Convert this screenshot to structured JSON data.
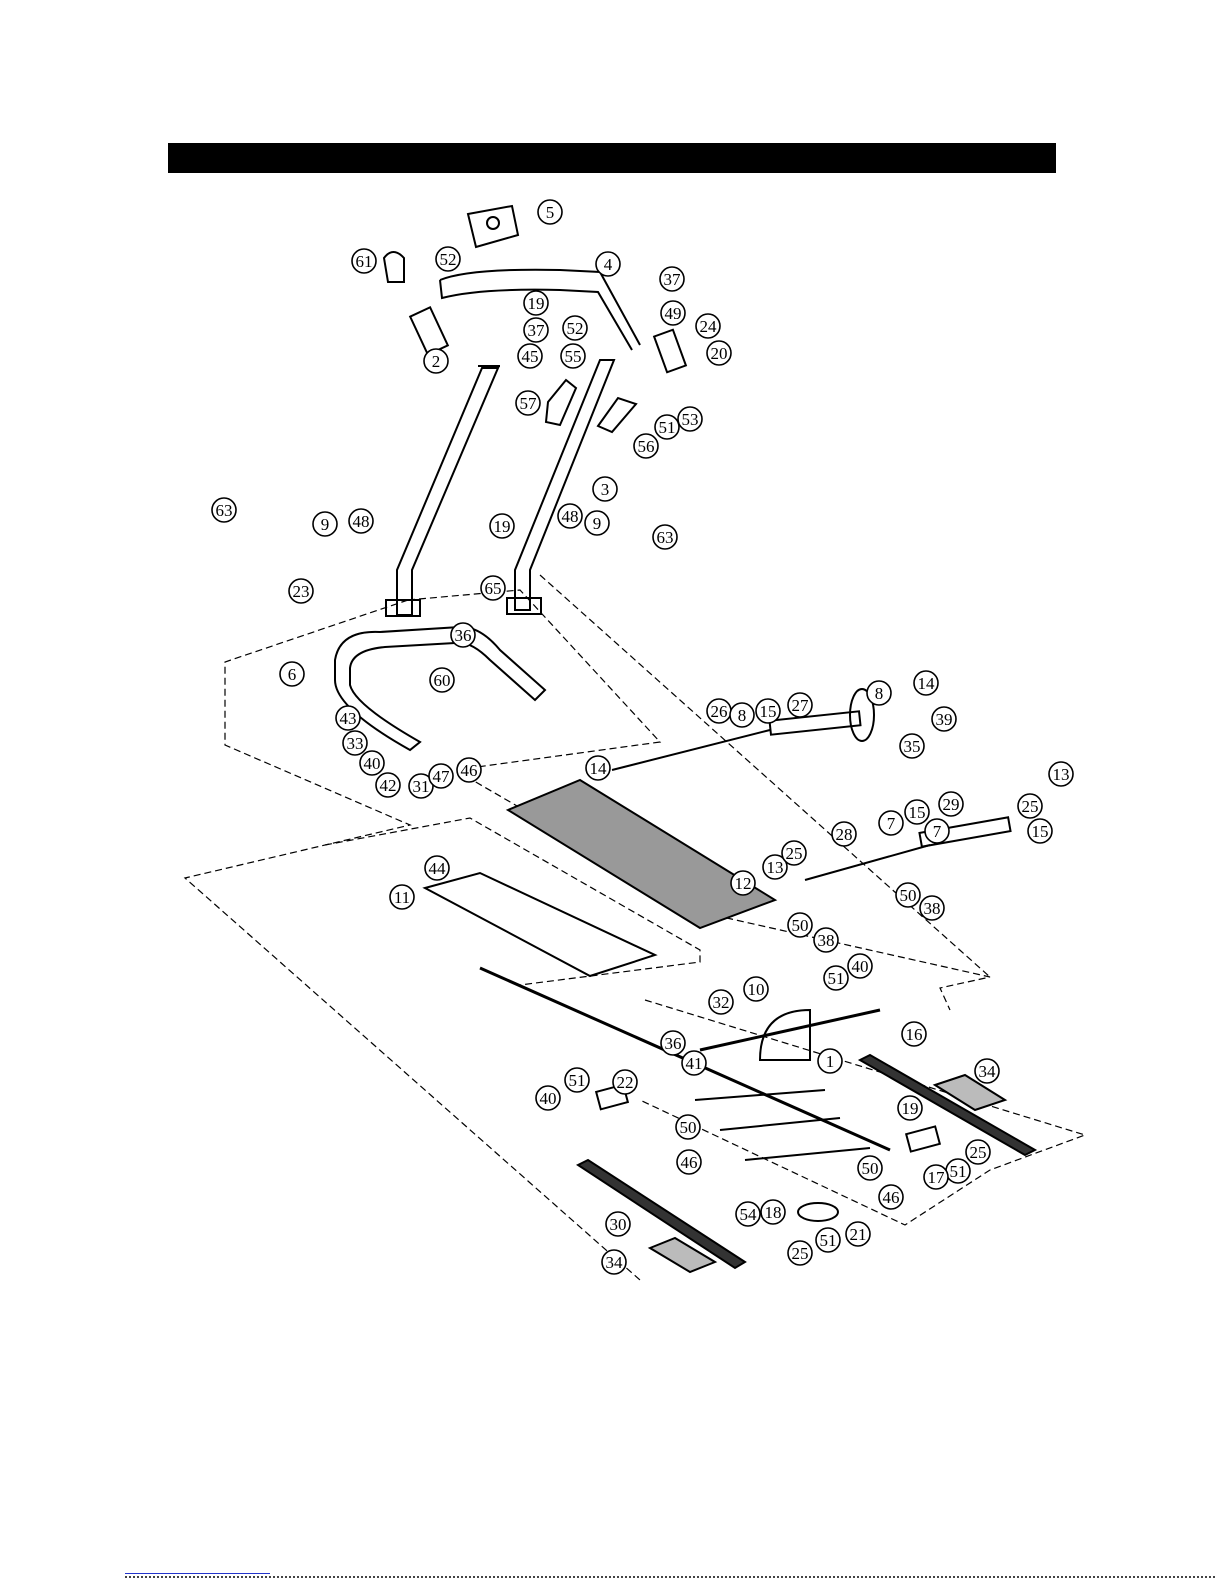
{
  "diagram": {
    "type": "exploded-parts-view",
    "callouts": [
      {
        "label": "5"
      },
      {
        "label": "61"
      },
      {
        "label": "52"
      },
      {
        "label": "4"
      },
      {
        "label": "37"
      },
      {
        "label": "19"
      },
      {
        "label": "49"
      },
      {
        "label": "37"
      },
      {
        "label": "45"
      },
      {
        "label": "52"
      },
      {
        "label": "55"
      },
      {
        "label": "24"
      },
      {
        "label": "20"
      },
      {
        "label": "2"
      },
      {
        "label": "57"
      },
      {
        "label": "51"
      },
      {
        "label": "53"
      },
      {
        "label": "56"
      },
      {
        "label": "3"
      },
      {
        "label": "63"
      },
      {
        "label": "9"
      },
      {
        "label": "48"
      },
      {
        "label": "19"
      },
      {
        "label": "48"
      },
      {
        "label": "9"
      },
      {
        "label": "63"
      },
      {
        "label": "23"
      },
      {
        "label": "65"
      },
      {
        "label": "36"
      },
      {
        "label": "6"
      },
      {
        "label": "60"
      },
      {
        "label": "8"
      },
      {
        "label": "14"
      },
      {
        "label": "26"
      },
      {
        "label": "8"
      },
      {
        "label": "15"
      },
      {
        "label": "27"
      },
      {
        "label": "39"
      },
      {
        "label": "35"
      },
      {
        "label": "43"
      },
      {
        "label": "33"
      },
      {
        "label": "40"
      },
      {
        "label": "42"
      },
      {
        "label": "31"
      },
      {
        "label": "47"
      },
      {
        "label": "46"
      },
      {
        "label": "14"
      },
      {
        "label": "15"
      },
      {
        "label": "25"
      },
      {
        "label": "13"
      },
      {
        "label": "7"
      },
      {
        "label": "15"
      },
      {
        "label": "29"
      },
      {
        "label": "7"
      },
      {
        "label": "28"
      },
      {
        "label": "44"
      },
      {
        "label": "11"
      },
      {
        "label": "12"
      },
      {
        "label": "13"
      },
      {
        "label": "25"
      },
      {
        "label": "50"
      },
      {
        "label": "38"
      },
      {
        "label": "50"
      },
      {
        "label": "38"
      },
      {
        "label": "51"
      },
      {
        "label": "40"
      },
      {
        "label": "32"
      },
      {
        "label": "10"
      },
      {
        "label": "16"
      },
      {
        "label": "34"
      },
      {
        "label": "36"
      },
      {
        "label": "41"
      },
      {
        "label": "1"
      },
      {
        "label": "22"
      },
      {
        "label": "51"
      },
      {
        "label": "40"
      },
      {
        "label": "19"
      },
      {
        "label": "50"
      },
      {
        "label": "46"
      },
      {
        "label": "25"
      },
      {
        "label": "51"
      },
      {
        "label": "17"
      },
      {
        "label": "50"
      },
      {
        "label": "46"
      },
      {
        "label": "54"
      },
      {
        "label": "18"
      },
      {
        "label": "21"
      },
      {
        "label": "51"
      },
      {
        "label": "25"
      },
      {
        "label": "30"
      },
      {
        "label": "34"
      }
    ]
  }
}
